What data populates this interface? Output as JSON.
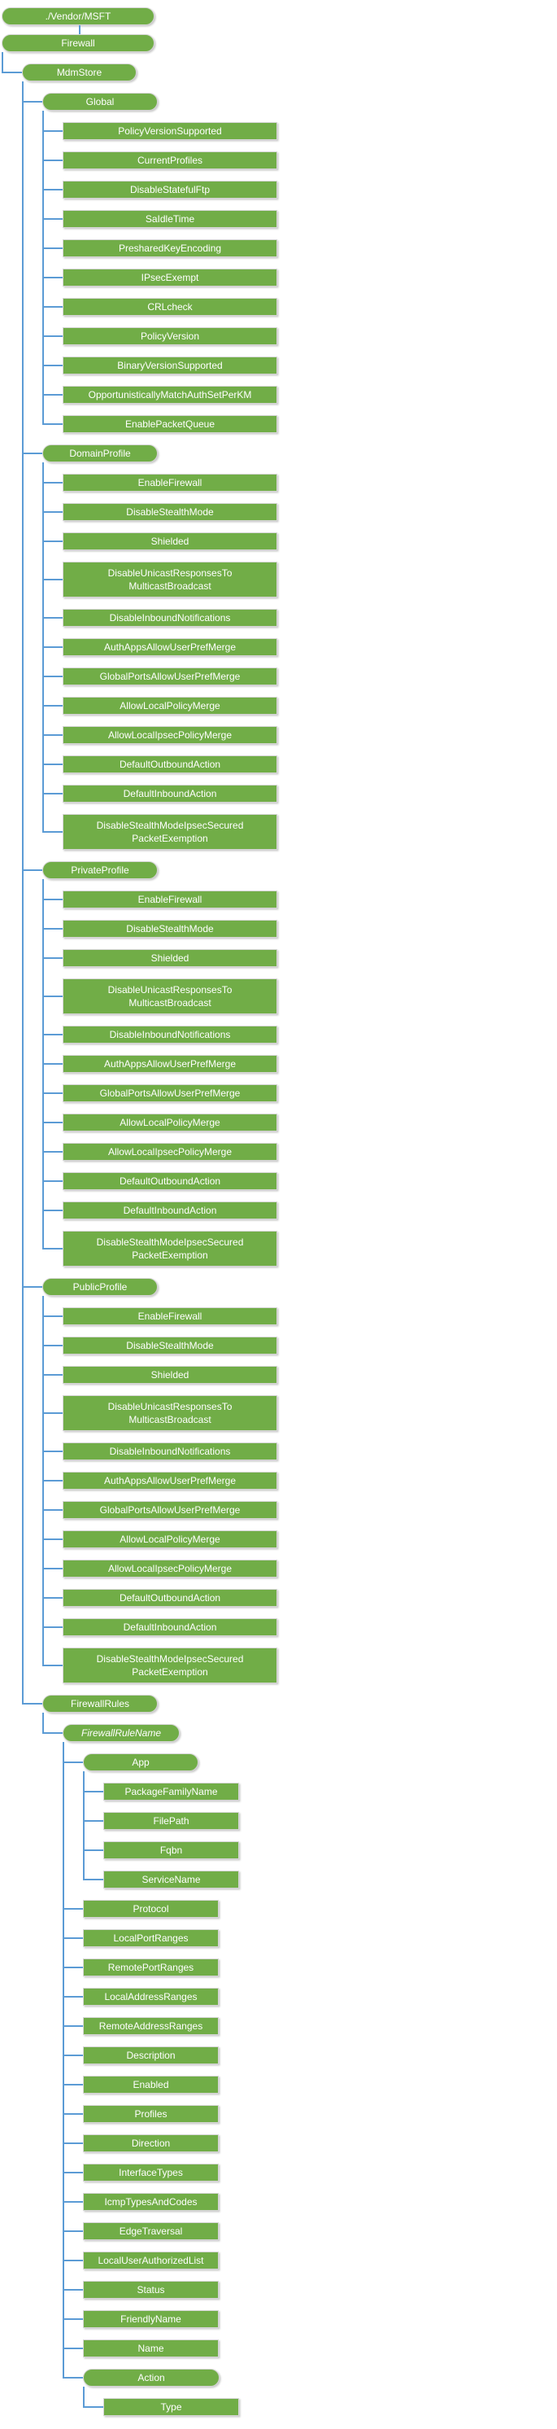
{
  "colors": {
    "node_fill": "#71AD47",
    "connector": "#5B9BD5",
    "node_text": "#FFFFFF"
  },
  "nodes": {
    "vendor_msft": "./Vendor/MSFT",
    "firewall": "Firewall",
    "mdm_store": "MdmStore",
    "global": "Global",
    "domain_profile": "DomainProfile",
    "private_profile": "PrivateProfile",
    "public_profile": "PublicProfile",
    "firewall_rules": "FirewallRules",
    "firewall_rule_name": "FirewallRuleName",
    "app": "App",
    "action": "Action",
    "type": "Type"
  },
  "global_children": [
    "PolicyVersionSupported",
    "CurrentProfiles",
    "DisableStatefulFtp",
    "SaIdleTime",
    "PresharedKeyEncoding",
    "IPsecExempt",
    "CRLcheck",
    "PolicyVersion",
    "BinaryVersionSupported",
    "OpportunisticallyMatchAuthSetPerKM",
    "EnablePacketQueue"
  ],
  "profile_children": [
    "EnableFirewall",
    "DisableStealthMode",
    "Shielded",
    "DisableUnicastResponsesTo MulticastBroadcast",
    "DisableInboundNotifications",
    "AuthAppsAllowUserPrefMerge",
    "GlobalPortsAllowUserPrefMerge",
    "AllowLocalPolicyMerge",
    "AllowLocalIpsecPolicyMerge",
    "DefaultOutboundAction",
    "DefaultInboundAction",
    "DisableStealthModeIpsecSecured PacketExemption"
  ],
  "app_children": [
    "PackageFamilyName",
    "FilePath",
    "Fqbn",
    "ServiceName"
  ],
  "rule_children": [
    "Protocol",
    "LocalPortRanges",
    "RemotePortRanges",
    "LocalAddressRanges",
    "RemoteAddressRanges",
    "Description",
    "Enabled",
    "Profiles",
    "Direction",
    "InterfaceTypes",
    "IcmpTypesAndCodes",
    "EdgeTraversal",
    "LocalUserAuthorizedList",
    "Status",
    "FriendlyName",
    "Name"
  ]
}
